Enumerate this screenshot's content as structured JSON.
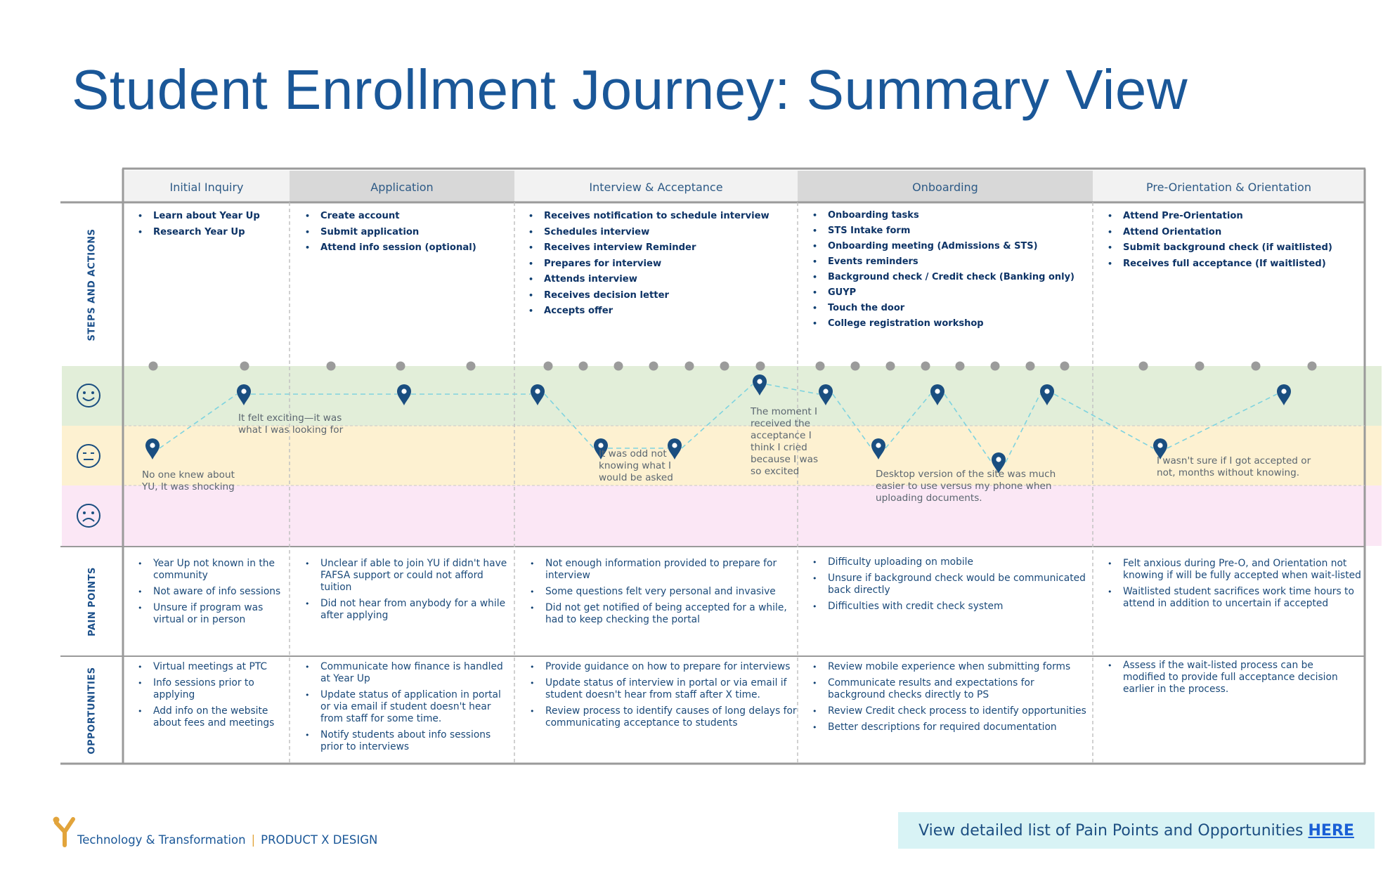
{
  "title": "Student Enrollment Journey: Summary View",
  "stages": [
    {
      "label": "Initial Inquiry"
    },
    {
      "label": "Application"
    },
    {
      "label": "Interview & Acceptance"
    },
    {
      "label": "Onboarding"
    },
    {
      "label": "Pre-Orientation & Orientation"
    }
  ],
  "row_labels": {
    "steps": "STEPS AND ACTIONS",
    "pain": "PAIN POINTS",
    "opps": "OPPORTUNITIES"
  },
  "steps": [
    [
      "Learn about Year Up",
      "Research Year Up"
    ],
    [
      "Create account",
      "Submit application",
      "Attend info session (optional)"
    ],
    [
      "Receives notification to schedule interview",
      "Schedules interview",
      "Receives interview Reminder",
      "Prepares for interview",
      "Attends interview",
      "Receives decision letter",
      "Accepts offer"
    ],
    [
      "Onboarding tasks",
      "STS Intake form",
      "Onboarding meeting (Admissions & STS)",
      "Events reminders",
      "Background check / Credit check (Banking only)",
      "GUYP",
      "Touch the door",
      "College registration workshop"
    ],
    [
      "Attend Pre-Orientation",
      "Attend Orientation",
      "Submit background check (if waitlisted)",
      "Receives full acceptance (If waitlisted)"
    ]
  ],
  "quotes": [
    "No one knew about YU, It was shocking",
    "It felt exciting—it was what I was looking for",
    "It was odd not knowing what I would be asked",
    "The moment I received the acceptance I think I cried because I was so excited",
    "Desktop version of the site was much easier to use versus my phone when uploading documents.",
    "I wasn't sure if I got accepted or not, months without knowing."
  ],
  "pain_points": [
    [
      "Year Up not known in the community",
      "Not aware of info sessions",
      "Unsure if program was virtual or in person"
    ],
    [
      "Unclear if able to join YU if didn't have FAFSA support or could not afford tuition",
      "Did not hear from anybody for a while after applying"
    ],
    [
      "Not enough information provided to prepare for interview",
      "Some questions felt very personal and invasive",
      "Did not get notified of being accepted for a while, had to keep checking the portal"
    ],
    [
      "Difficulty uploading on mobile",
      "Unsure if background check would be communicated back directly",
      "Difficulties with credit check system"
    ],
    [
      "Felt anxious during Pre-O, and Orientation not knowing if will be fully accepted when wait-listed",
      "Waitlisted student sacrifices work time hours to attend in addition to uncertain if accepted"
    ]
  ],
  "opportunities": [
    [
      "Virtual meetings at PTC",
      "Info sessions prior to applying",
      "Add info on the website about fees and meetings"
    ],
    [
      "Communicate how finance is handled at Year Up",
      "Update status of application in portal or via email if student doesn't hear from staff for some time.",
      "Notify students about info sessions prior to interviews"
    ],
    [
      "Provide guidance on how to prepare for interviews",
      "Update status of interview in portal or via email if student doesn't hear from staff after X time.",
      "Review process to identify causes of long delays for communicating acceptance to students"
    ],
    [
      "Review mobile experience when submitting forms",
      "Communicate results and expectations for background checks directly to PS",
      "Review Credit check process to identify opportunities",
      "Better descriptions for required documentation"
    ],
    [
      "Assess if the wait-listed process can be modified to provide full acceptance decision earlier in the process."
    ]
  ],
  "emotion_path": [
    {
      "stage": "Initial Inquiry",
      "level": "neutral"
    },
    {
      "stage": "Initial Inquiry",
      "level": "happy"
    },
    {
      "stage": "Application",
      "level": "happy"
    },
    {
      "stage": "Interview & Acceptance",
      "level": "happy"
    },
    {
      "stage": "Interview & Acceptance",
      "level": "neutral"
    },
    {
      "stage": "Interview & Acceptance",
      "level": "neutral"
    },
    {
      "stage": "Interview & Acceptance",
      "level": "happy"
    },
    {
      "stage": "Onboarding",
      "level": "happy"
    },
    {
      "stage": "Onboarding",
      "level": "neutral"
    },
    {
      "stage": "Onboarding",
      "level": "happy"
    },
    {
      "stage": "Onboarding",
      "level": "neutral"
    },
    {
      "stage": "Onboarding",
      "level": "happy"
    },
    {
      "stage": "Pre-Orientation & Orientation",
      "level": "neutral"
    },
    {
      "stage": "Pre-Orientation & Orientation",
      "level": "happy"
    }
  ],
  "footer": {
    "brand": "Technology & Transformation",
    "separator": "|",
    "product": "PRODUCT X DESIGN",
    "cta_text": "View detailed list of Pain Points and Opportunities",
    "cta_link": "HERE"
  },
  "colors": {
    "happy_band": "#e2eed9",
    "neutral_band": "#fdf1d1",
    "sad_band": "#fbe7f5",
    "pin": "#1a4e80",
    "path": "#7fd3df",
    "dots": "#9b9b9b"
  }
}
